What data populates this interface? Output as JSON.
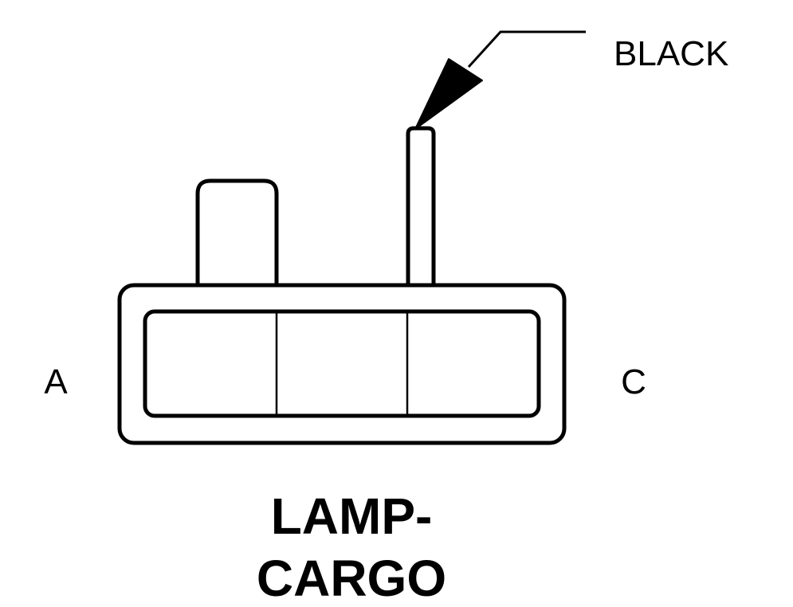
{
  "connector": {
    "pin_left_label": "A",
    "pin_right_label": "C",
    "wire_color_label": "BLACK",
    "title_line1": "LAMP-",
    "title_line2": "CARGO"
  }
}
